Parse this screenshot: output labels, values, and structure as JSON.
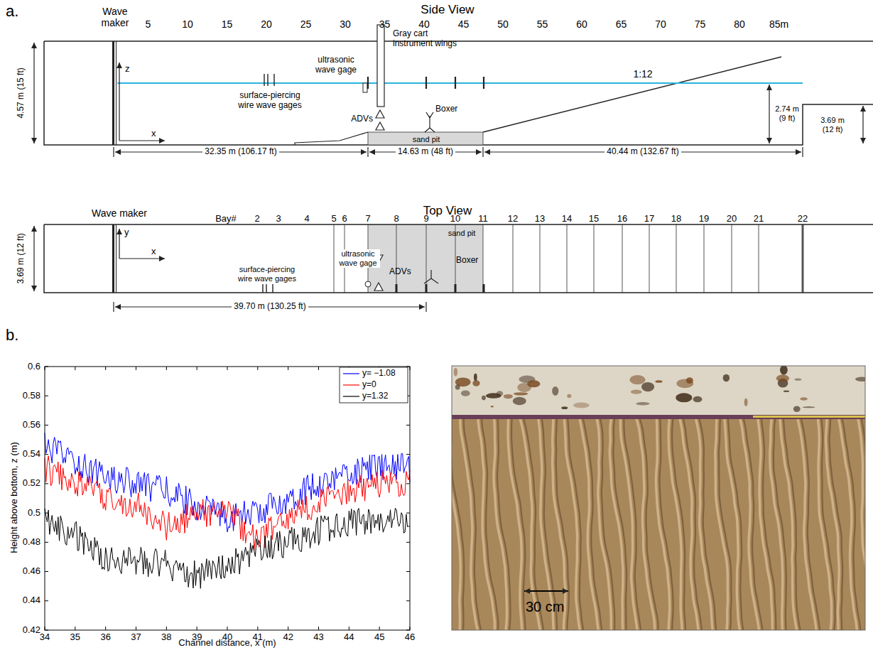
{
  "diagram": {
    "labels": [
      "a.",
      "Side View",
      "Wave maker",
      "5",
      "10",
      "15",
      "20",
      "25",
      "30",
      "35",
      "40",
      "45",
      "50",
      "55",
      "60",
      "65",
      "70",
      "75",
      "80",
      "85m",
      "4.57 m (15 ft)",
      "ultrasonic wave gage",
      "Gray cart instrument wings",
      "surface-piercing wire wave gages",
      "ADVs",
      "Boxer",
      "sand pit",
      "1:12",
      "2.74 m (9 ft)",
      "3.69 m (12 ft)",
      "z",
      "x",
      "32.35 m (106.17 ft)",
      "14.63 m (48 ft)",
      "40.44 m (132.67 ft)",
      "Top View",
      "Wave maker",
      "Bay#",
      "2",
      "3",
      "4",
      "5",
      "6",
      "7",
      "8",
      "9",
      "10",
      "11",
      "12",
      "13",
      "14",
      "15",
      "16",
      "17",
      "18",
      "19",
      "20",
      "21",
      "22",
      "3.69 m (12 ft)",
      "y",
      "x",
      "sand pit",
      "ADVs",
      "Boxer",
      "surface-piercing wire wave gages",
      "ultrasonic wave gage",
      "39.70 m (130.25 ft)",
      "b.",
      "0.42",
      "0.44",
      "0.46",
      "0.48",
      "0.5",
      "0.52",
      "0.54",
      "0.56",
      "0.58",
      "0.6",
      "Height above bottom, z (m)",
      "34",
      "35",
      "36",
      "37",
      "38",
      "39",
      "40",
      "41",
      "42",
      "43",
      "44",
      "45",
      "46",
      "Channel distance, x (m)",
      "30 cm"
    ],
    "legend": [
      {
        "text": "y= −1.08"
      },
      {
        "text": "y=0"
      },
      {
        "text": "y=1.32"
      }
    ]
  }
}
